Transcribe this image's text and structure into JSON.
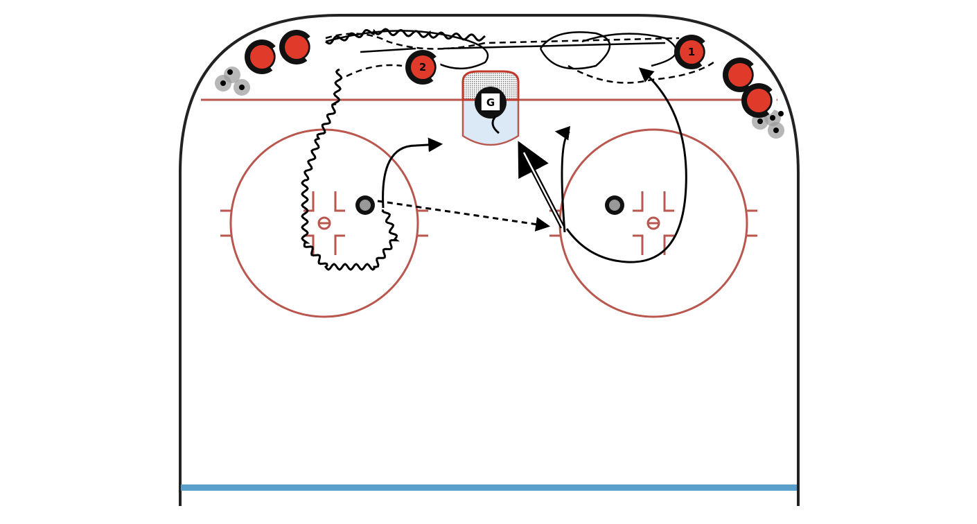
{
  "diagram": {
    "type": "hockey-drill",
    "colors": {
      "boards": "#222222",
      "red_line": "#b9574f",
      "blue_line": "#5a9fcc",
      "crease": "#dbe8f5",
      "player": "#e03a2a",
      "puck": "#111111"
    },
    "players": [
      {
        "label": ""
      },
      {
        "label": ""
      },
      {
        "label": "2"
      },
      {
        "label": "1"
      },
      {
        "label": ""
      },
      {
        "label": ""
      }
    ],
    "goalie": {
      "label": "G"
    }
  }
}
